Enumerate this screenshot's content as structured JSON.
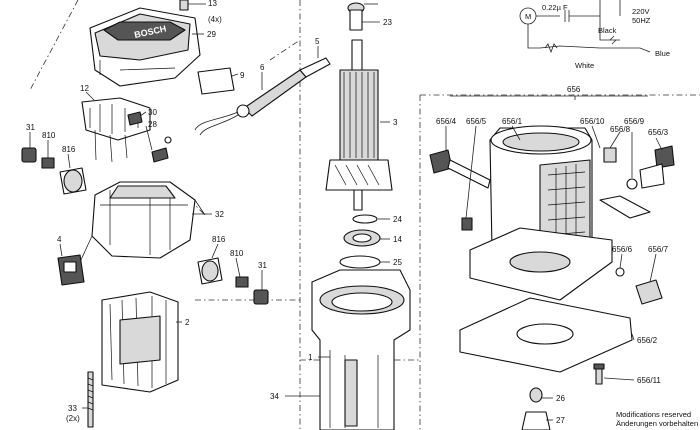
{
  "labels": [
    {
      "id": "l13",
      "text": "13"
    },
    {
      "id": "l4x",
      "text": "(4x)"
    },
    {
      "id": "l29",
      "text": "29"
    },
    {
      "id": "l9",
      "text": "9"
    },
    {
      "id": "l6",
      "text": "6"
    },
    {
      "id": "l5",
      "text": "5"
    },
    {
      "id": "l23",
      "text": "23"
    },
    {
      "id": "l3",
      "text": "3"
    },
    {
      "id": "l24",
      "text": "24"
    },
    {
      "id": "l14",
      "text": "14"
    },
    {
      "id": "l25",
      "text": "25"
    },
    {
      "id": "l1",
      "text": "1"
    },
    {
      "id": "l34",
      "text": "34"
    },
    {
      "id": "l26",
      "text": "26"
    },
    {
      "id": "l27",
      "text": "27"
    },
    {
      "id": "l12",
      "text": "12"
    },
    {
      "id": "l30",
      "text": "30"
    },
    {
      "id": "l28",
      "text": "28"
    },
    {
      "id": "l31a",
      "text": "31"
    },
    {
      "id": "l810a",
      "text": "810"
    },
    {
      "id": "l816a",
      "text": "816"
    },
    {
      "id": "l32",
      "text": "32"
    },
    {
      "id": "l4",
      "text": "4"
    },
    {
      "id": "l816b",
      "text": "816"
    },
    {
      "id": "l810b",
      "text": "810"
    },
    {
      "id": "l31b",
      "text": "31"
    },
    {
      "id": "l2",
      "text": "2"
    },
    {
      "id": "l33",
      "text": "33"
    },
    {
      "id": "l2x",
      "text": "(2x)"
    },
    {
      "id": "l656",
      "text": "656"
    },
    {
      "id": "l6564",
      "text": "656/4"
    },
    {
      "id": "l6565",
      "text": "656/5"
    },
    {
      "id": "l6561",
      "text": "656/1"
    },
    {
      "id": "l65610",
      "text": "656/10"
    },
    {
      "id": "l6568",
      "text": "656/8"
    },
    {
      "id": "l6569",
      "text": "656/9"
    },
    {
      "id": "l6563",
      "text": "656/3"
    },
    {
      "id": "l6566",
      "text": "656/6"
    },
    {
      "id": "l6567",
      "text": "656/7"
    },
    {
      "id": "l6562",
      "text": "656/2"
    },
    {
      "id": "l65611",
      "text": "656/11"
    }
  ],
  "circuit": {
    "cap": "0.22µ F",
    "black": "Black",
    "voltage": "220V",
    "freq": "50HZ",
    "blue": "Blue",
    "white": "White",
    "motor": "M"
  },
  "footer": {
    "line1": "Modifications reserved",
    "line2": "Änderungen vorbehalten"
  },
  "brand": "BOSCH"
}
